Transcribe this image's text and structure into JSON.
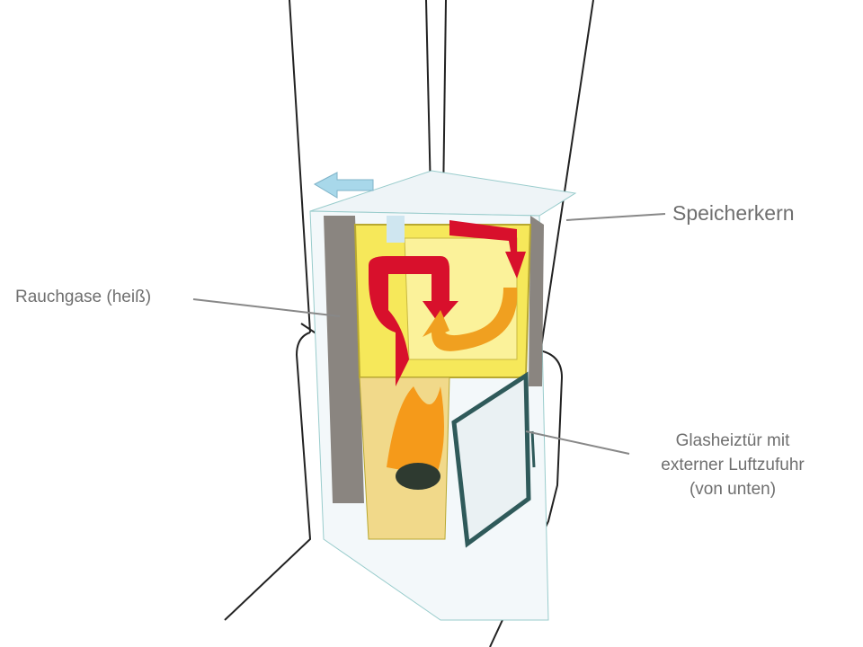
{
  "labels": {
    "speicherkern": "Speicherkern",
    "rauchgase": "Rauchgase (heiß)",
    "glasheiztuer_line1": "Glasheiztür mit",
    "glasheiztuer_line2": "externer Luftzufuhr",
    "glasheiztuer_line3": "(von unten)"
  },
  "colors": {
    "hot_gas": "#d8102c",
    "warm_gas": "#f0a020",
    "core": "#f6e85a",
    "insulation": "#8a8580",
    "air": "#a8d8ea",
    "door_frame": "#2f5a5a"
  }
}
